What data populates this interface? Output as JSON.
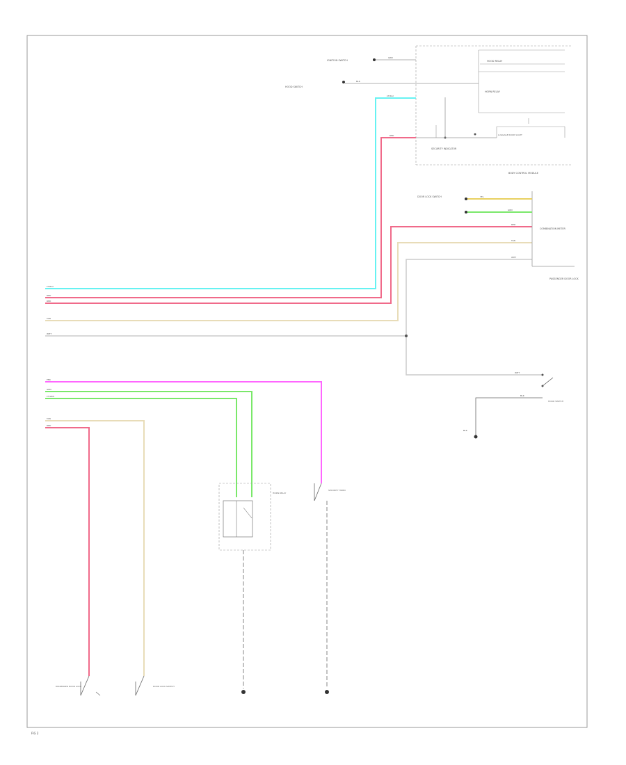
{
  "colors": {
    "lightblue": "#66f2f2",
    "red": "#f06a8a",
    "tan": "#e8dcb8",
    "white": "#cccccc",
    "pink": "#ff66ff",
    "green": "#7ae86a",
    "yellow": "#e8d060",
    "black": "#333333",
    "border": "#999999"
  },
  "components": {
    "body_control": "BODY CONTROL MODULE",
    "security": "SECURITY INDICATOR",
    "ignition": "IGNITION SWITCH",
    "combination": "COMBINATION METER",
    "hood": "HOOD SWITCH",
    "hood_relay": "HOOD RELAY",
    "horn_relay": "HORN RELAY",
    "security_horn": "SECURITY HORN",
    "luggage": "LUGGAGE ROOM LIGHT",
    "passenger_door": "PASSENGER DOOR LOCK",
    "door_lock": "DOOR LOCK SWITCH"
  },
  "wires": {
    "lt_blu": "LT BLU",
    "red": "RED",
    "tan": "TAN",
    "wht": "WHT",
    "pnk": "PNK",
    "grn": "GRN",
    "lt_grn": "LT GRN",
    "yel": "YEL",
    "blk": "BLK"
  },
  "page_number": "FIG 2"
}
